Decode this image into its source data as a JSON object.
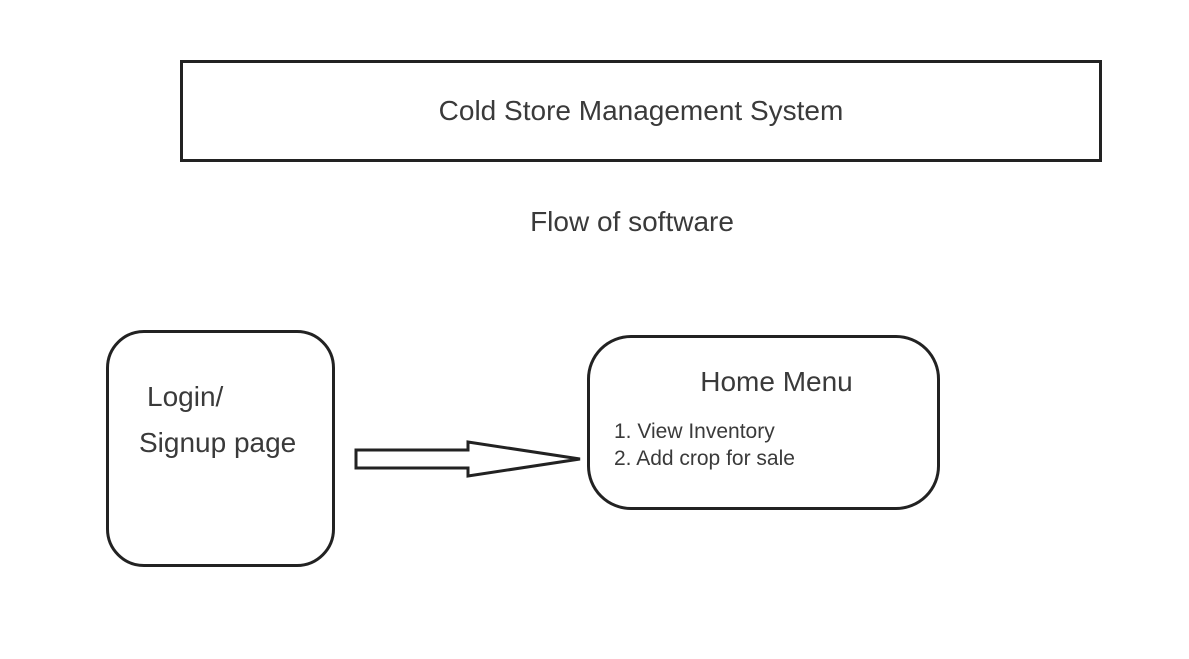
{
  "header": {
    "title": "Cold Store Management System",
    "subtitle": "Flow of software"
  },
  "nodes": {
    "login": {
      "line1": "Login/",
      "line2": "Signup page"
    },
    "home": {
      "title": "Home Menu",
      "items": [
        "1. View Inventory",
        "2. Add crop for sale"
      ]
    }
  },
  "connections": [
    {
      "from": "login",
      "to": "home",
      "style": "block-arrow"
    }
  ],
  "colors": {
    "stroke": "#222222",
    "text": "#3a3a3a",
    "background": "#ffffff"
  }
}
